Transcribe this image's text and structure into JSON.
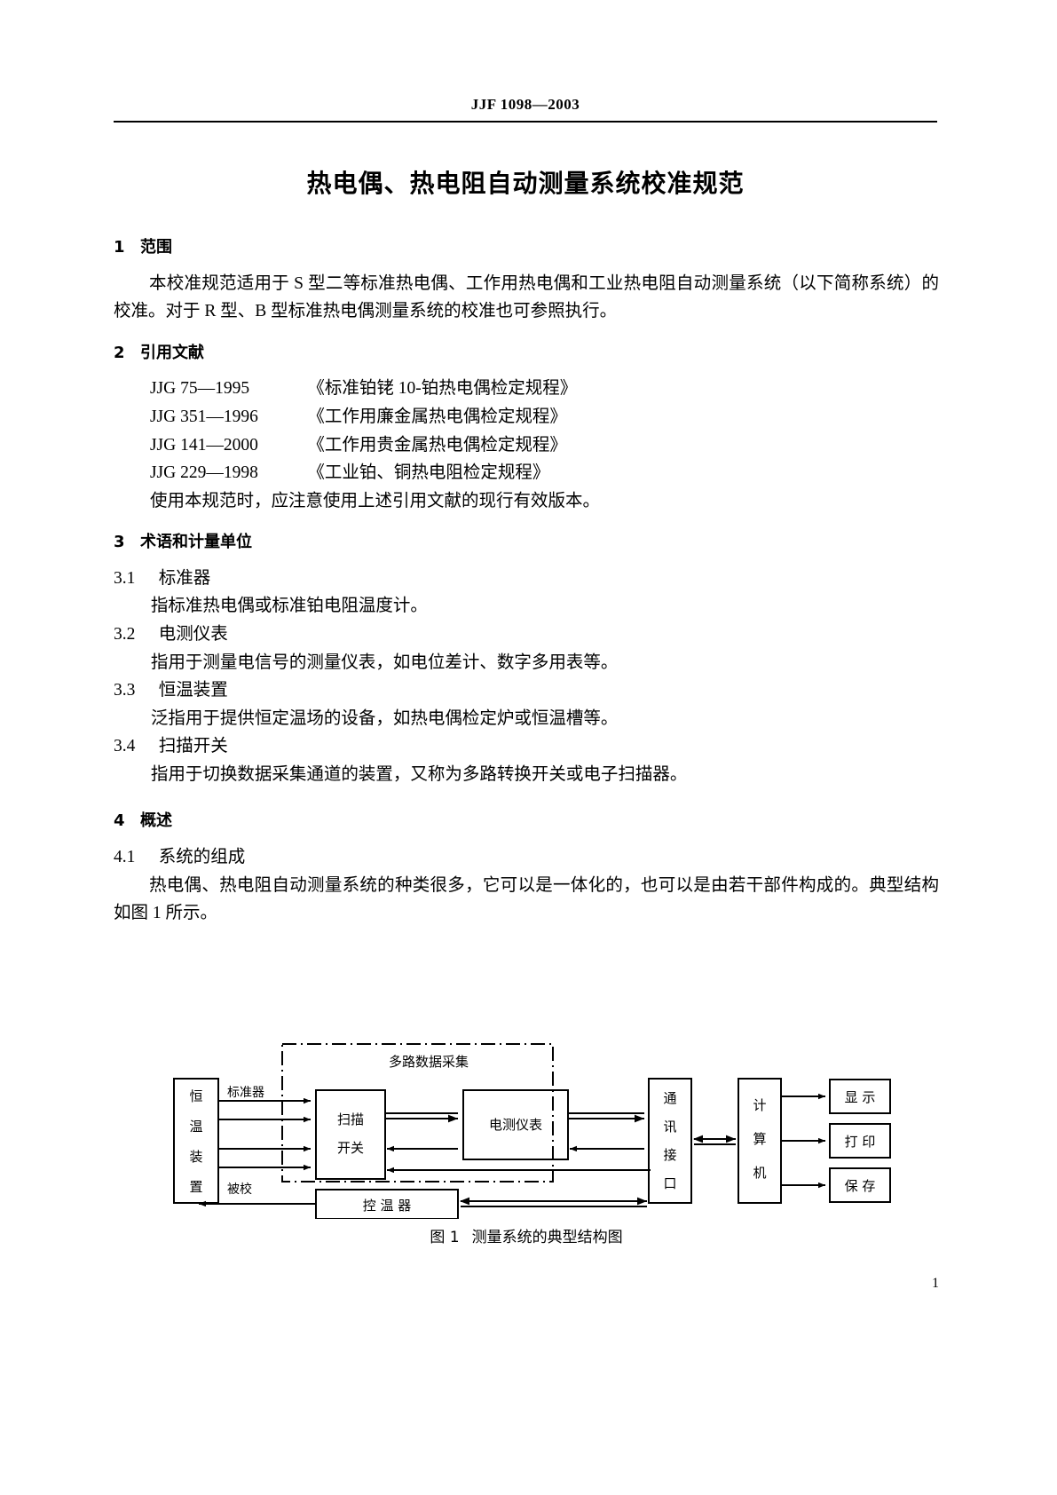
{
  "header": {
    "code": "JJF 1098—2003"
  },
  "title": "热电偶、热电阻自动测量系统校准规范",
  "sections": {
    "s1": {
      "num": "1",
      "heading": "范围",
      "para": "本校准规范适用于 S 型二等标准热电偶、工作用热电偶和工业热电阻自动测量系统（以下简称系统）的校准。对于 R 型、B 型标准热电偶测量系统的校准也可参照执行。"
    },
    "s2": {
      "num": "2",
      "heading": "引用文献",
      "refs": [
        {
          "code": "JJG 75—1995",
          "title": "《标准铂铑 10-铂热电偶检定规程》"
        },
        {
          "code": "JJG 351—1996",
          "title": "《工作用廉金属热电偶检定规程》"
        },
        {
          "code": "JJG 141—2000",
          "title": "《工作用贵金属热电偶检定规程》"
        },
        {
          "code": "JJG 229—1998",
          "title": "《工业铂、铜热电阻检定规程》"
        }
      ],
      "note": "使用本规范时，应注意使用上述引用文献的现行有效版本。"
    },
    "s3": {
      "num": "3",
      "heading": "术语和计量单位",
      "clauses": [
        {
          "num": "3.1",
          "term": "标准器",
          "def": "指标准热电偶或标准铂电阻温度计。"
        },
        {
          "num": "3.2",
          "term": "电测仪表",
          "def": "指用于测量电信号的测量仪表，如电位差计、数字多用表等。"
        },
        {
          "num": "3.3",
          "term": "恒温装置",
          "def": "泛指用于提供恒定温场的设备，如热电偶检定炉或恒温槽等。"
        },
        {
          "num": "3.4",
          "term": "扫描开关",
          "def": "指用于切换数据采集通道的装置，又称为多路转换开关或电子扫描器。"
        }
      ]
    },
    "s4": {
      "num": "4",
      "heading": "概述",
      "clause": {
        "num": "4.1",
        "term": "系统的组成"
      },
      "para": "热电偶、热电阻自动测量系统的种类很多，它可以是一体化的，也可以是由若干部件构成的。典型结构如图 1 所示。"
    }
  },
  "figure": {
    "dashed_region_label": "多路数据采集",
    "blocks": {
      "thermostat": "恒\n温\n装\n置",
      "thermostat_chars": [
        "恒",
        "温",
        "装",
        "置"
      ],
      "scan_switch_l1": "扫描",
      "scan_switch_l2": "开关",
      "meter": "电测仪表",
      "comm_chars": [
        "通",
        "讯",
        "接",
        "口"
      ],
      "computer_chars": [
        "计",
        "算",
        "机"
      ],
      "display": "显 示",
      "print": "打 印",
      "save": "保 存",
      "controller": "控 温 器"
    },
    "edge_labels": {
      "standard": "标准器",
      "under_test": "被校"
    },
    "caption_label": "图 1",
    "caption_text": "测量系统的典型结构图"
  },
  "page_number": "1"
}
